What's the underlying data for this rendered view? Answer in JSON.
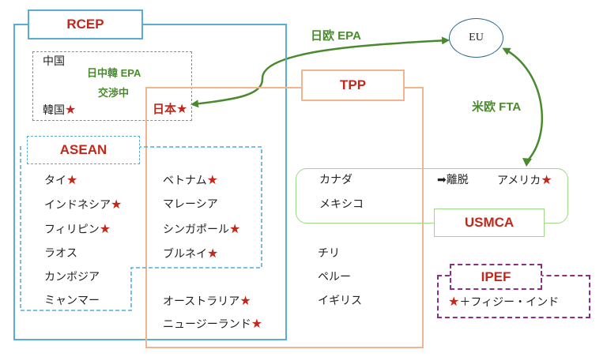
{
  "colors": {
    "rcep": "#5aabd6",
    "tpp": "#f2b48e",
    "usmca": "#9fd88b",
    "ipef": "#8b2f7e",
    "china_box": "#8c8c8c",
    "arrow": "#4a8a2e",
    "red_text": "#c0281c",
    "green_text": "#4a8a2e"
  },
  "labels": {
    "rcep": "RCEP",
    "asean": "ASEAN",
    "tpp": "TPP",
    "usmca": "USMCA",
    "ipef": "IPEF",
    "eu": "EU"
  },
  "arrows": {
    "japan_eu": "日欧 EPA",
    "us_eu": "米欧 FTA"
  },
  "cjk_box": {
    "china": "中国",
    "korea": "韓国",
    "agreement": "日中韓 EPA",
    "status": "交渉中"
  },
  "japan": "日本",
  "star_icon": "★",
  "asean_col1": [
    "タイ",
    "インドネシア",
    "フィリピン",
    "ラオス",
    "カンボジア",
    "ミャンマー"
  ],
  "asean_col1_star": [
    true,
    true,
    true,
    false,
    false,
    false
  ],
  "asean_col2": [
    "ベトナム",
    "マレーシア",
    "シンガポール",
    "ブルネイ"
  ],
  "asean_col2_star": [
    true,
    false,
    true,
    true
  ],
  "rcep_tpp_extra": [
    "オーストラリア",
    "ニュージーランド"
  ],
  "usmca_members": {
    "canada": "カナダ",
    "mexico": "メキシコ",
    "withdrawal": "➡離脱",
    "usa": "アメリカ"
  },
  "tpp_only": [
    "チリ",
    "ペルー",
    "イギリス"
  ],
  "ipef_note": "＋フィジー・インド"
}
